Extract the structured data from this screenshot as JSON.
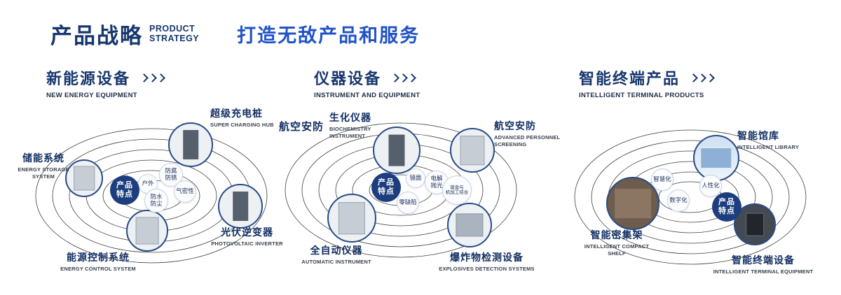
{
  "header": {
    "title": "产品战略",
    "subtitle_line1": "PRODUCT",
    "subtitle_line2": "STRATEGY",
    "slogan": "打造无敌产品和服务"
  },
  "colors": {
    "navy": "#17376e",
    "blue": "#2053c6",
    "badge": "#1d3e7e"
  },
  "sections": [
    {
      "title": "新能源设备",
      "subtitle": "NEW ENERGY EQUIPMENT",
      "badge": "产品\n特点",
      "products": [
        {
          "name": "储能系统",
          "en": "ENERGY STORAGE\nSYSTEM"
        },
        {
          "name": "超级充电桩",
          "en": "SUPER CHARGING HUB"
        },
        {
          "name": "光伏逆变器",
          "en": "PHOTOVOLTAIC INVERTER"
        },
        {
          "name": "能源控制系统",
          "en": "ENERGY CONTROL SYSTEM"
        }
      ],
      "features": [
        "户外",
        "防腐\n防锈",
        "防水\n防尘",
        "气密性"
      ]
    },
    {
      "title": "仪器设备",
      "subtitle": "INSTRUMENT AND EQUIPMENT",
      "badge": "产品\n特点",
      "extra_label": "航空安防",
      "products": [
        {
          "name": "生化仪器",
          "en": "BIOCHEMISTRY\nINSTRUMENT"
        },
        {
          "name": "航空安防",
          "en": "ADVANCED PERSONNEL\nSCREENING"
        },
        {
          "name": "全自动仪器",
          "en": "AUTOMATIC INSTRUMENT"
        },
        {
          "name": "爆炸物检测设备",
          "en": "EXPLOSIVES DETECTION SYSTEMS"
        }
      ],
      "features": [
        "镜面",
        "电解\n抛光",
        "零缺陷",
        "钣金与\n机加工结合"
      ]
    },
    {
      "title": "智能终端产品",
      "subtitle": "INTELLIGENT TERMINAL PRODUCTS",
      "badge": "产品\n特点",
      "products": [
        {
          "name": "智能馆库",
          "en": "INTELLIGENT LIBRARY"
        },
        {
          "name": "智能密集架",
          "en": "INTELLIGENT COMPACT\nSHELF"
        },
        {
          "name": "智能终端设备",
          "en": "INTELLIGENT TERMINAL EQUIPMENT"
        }
      ],
      "features": [
        "智慧化",
        "人性化",
        "数字化"
      ]
    }
  ]
}
